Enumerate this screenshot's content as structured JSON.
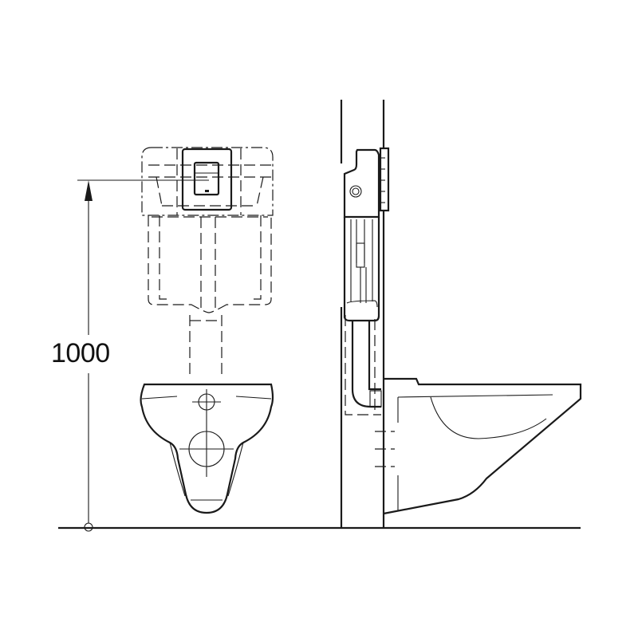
{
  "diagram": {
    "type": "technical installation drawing",
    "subject": "wall-hung WC with concealed cistern frame",
    "views": [
      {
        "name": "front view",
        "elements": [
          "concealed cistern (dashed)",
          "flush plate",
          "wall-hung bowl",
          "inlet/outlet circles"
        ]
      },
      {
        "name": "side section",
        "elements": [
          "wall",
          "cistern frame",
          "flush pipe",
          "wall-hung bowl"
        ]
      }
    ]
  },
  "dimension": {
    "value": "1000",
    "description": "height of flush plate axis above finished floor"
  },
  "colors": {
    "line": "#1a1a1a",
    "background": "#ffffff"
  }
}
